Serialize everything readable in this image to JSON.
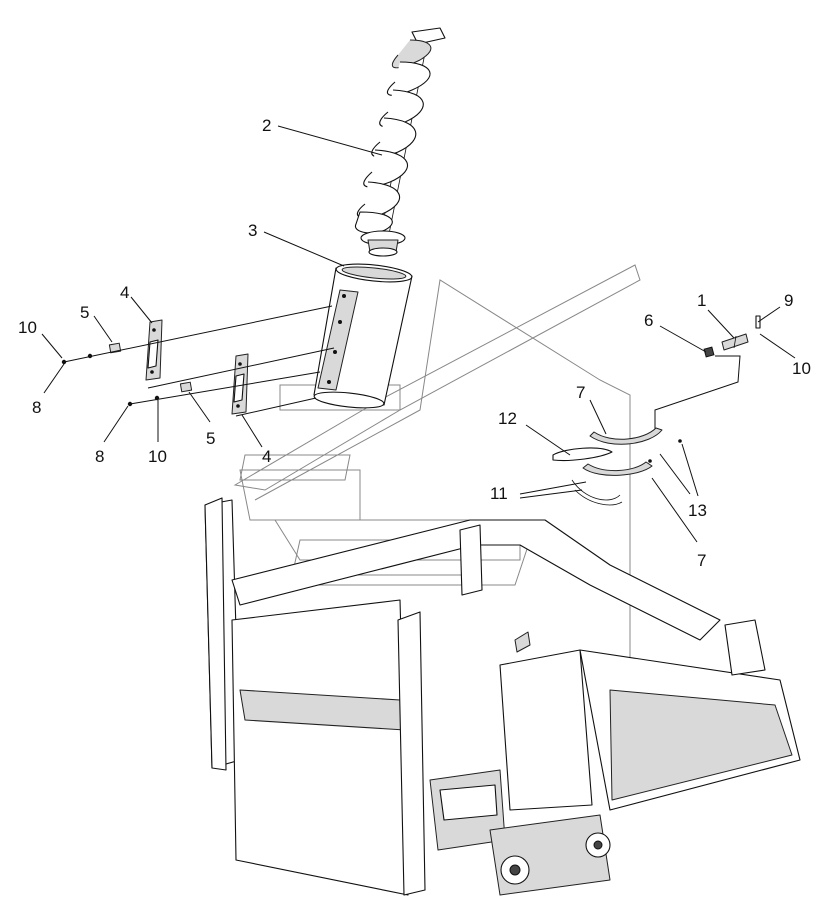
{
  "callouts": [
    {
      "id": "c1",
      "text": "1"
    },
    {
      "id": "c2",
      "text": "2"
    },
    {
      "id": "c3",
      "text": "3"
    },
    {
      "id": "c4a",
      "text": "4"
    },
    {
      "id": "c4b",
      "text": "4"
    },
    {
      "id": "c5a",
      "text": "5"
    },
    {
      "id": "c5b",
      "text": "5"
    },
    {
      "id": "c6",
      "text": "6"
    },
    {
      "id": "c7a",
      "text": "7"
    },
    {
      "id": "c7b",
      "text": "7"
    },
    {
      "id": "c8a",
      "text": "8"
    },
    {
      "id": "c8b",
      "text": "8"
    },
    {
      "id": "c9",
      "text": "9"
    },
    {
      "id": "c10a",
      "text": "10"
    },
    {
      "id": "c10b",
      "text": "10"
    },
    {
      "id": "c10c",
      "text": "10"
    },
    {
      "id": "c11",
      "text": "11"
    },
    {
      "id": "c12",
      "text": "12"
    },
    {
      "id": "c13",
      "text": "13"
    }
  ],
  "colors": {
    "line": "#111111",
    "shade": "#d9d9d9",
    "watermark": "#888888",
    "background": "#ffffff"
  }
}
